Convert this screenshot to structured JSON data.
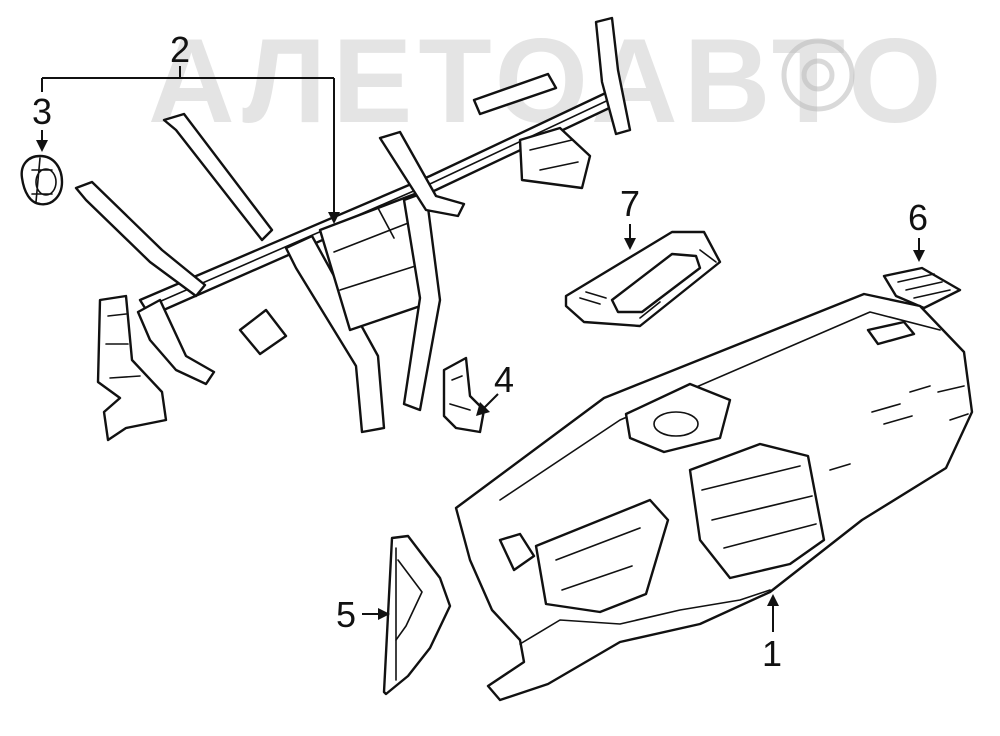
{
  "watermark": {
    "text": "АЛЕТОАВТО"
  },
  "callouts": [
    {
      "id": "1",
      "label": "1"
    },
    {
      "id": "2",
      "label": "2"
    },
    {
      "id": "3",
      "label": "3"
    },
    {
      "id": "4",
      "label": "4"
    },
    {
      "id": "5",
      "label": "5"
    },
    {
      "id": "6",
      "label": "6"
    },
    {
      "id": "7",
      "label": "7"
    }
  ],
  "colors": {
    "line": "#111111",
    "background": "#ffffff",
    "watermark": "#b9b9b9"
  }
}
